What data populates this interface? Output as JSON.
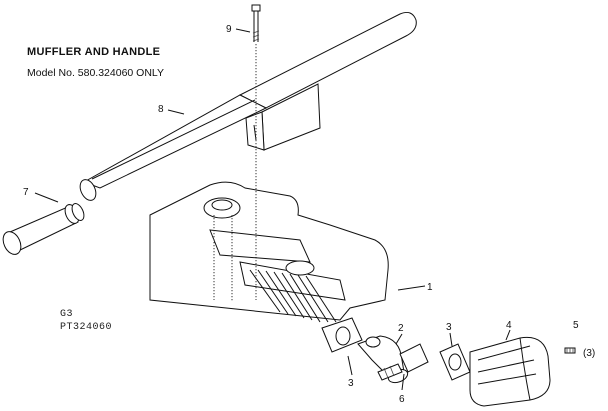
{
  "title": "MUFFLER AND HANDLE",
  "model_line": "Model No. 580.324060  ONLY",
  "codes": {
    "g": "G3",
    "pt": "PT324060"
  },
  "parts": [
    {
      "callout": "1"
    },
    {
      "callout": "2"
    },
    {
      "callout": "3"
    },
    {
      "callout": "3"
    },
    {
      "callout": "4"
    },
    {
      "callout": "5"
    },
    {
      "callout": "6"
    },
    {
      "callout": "7"
    },
    {
      "callout": "8"
    },
    {
      "callout": "9"
    }
  ],
  "note": "(3)"
}
